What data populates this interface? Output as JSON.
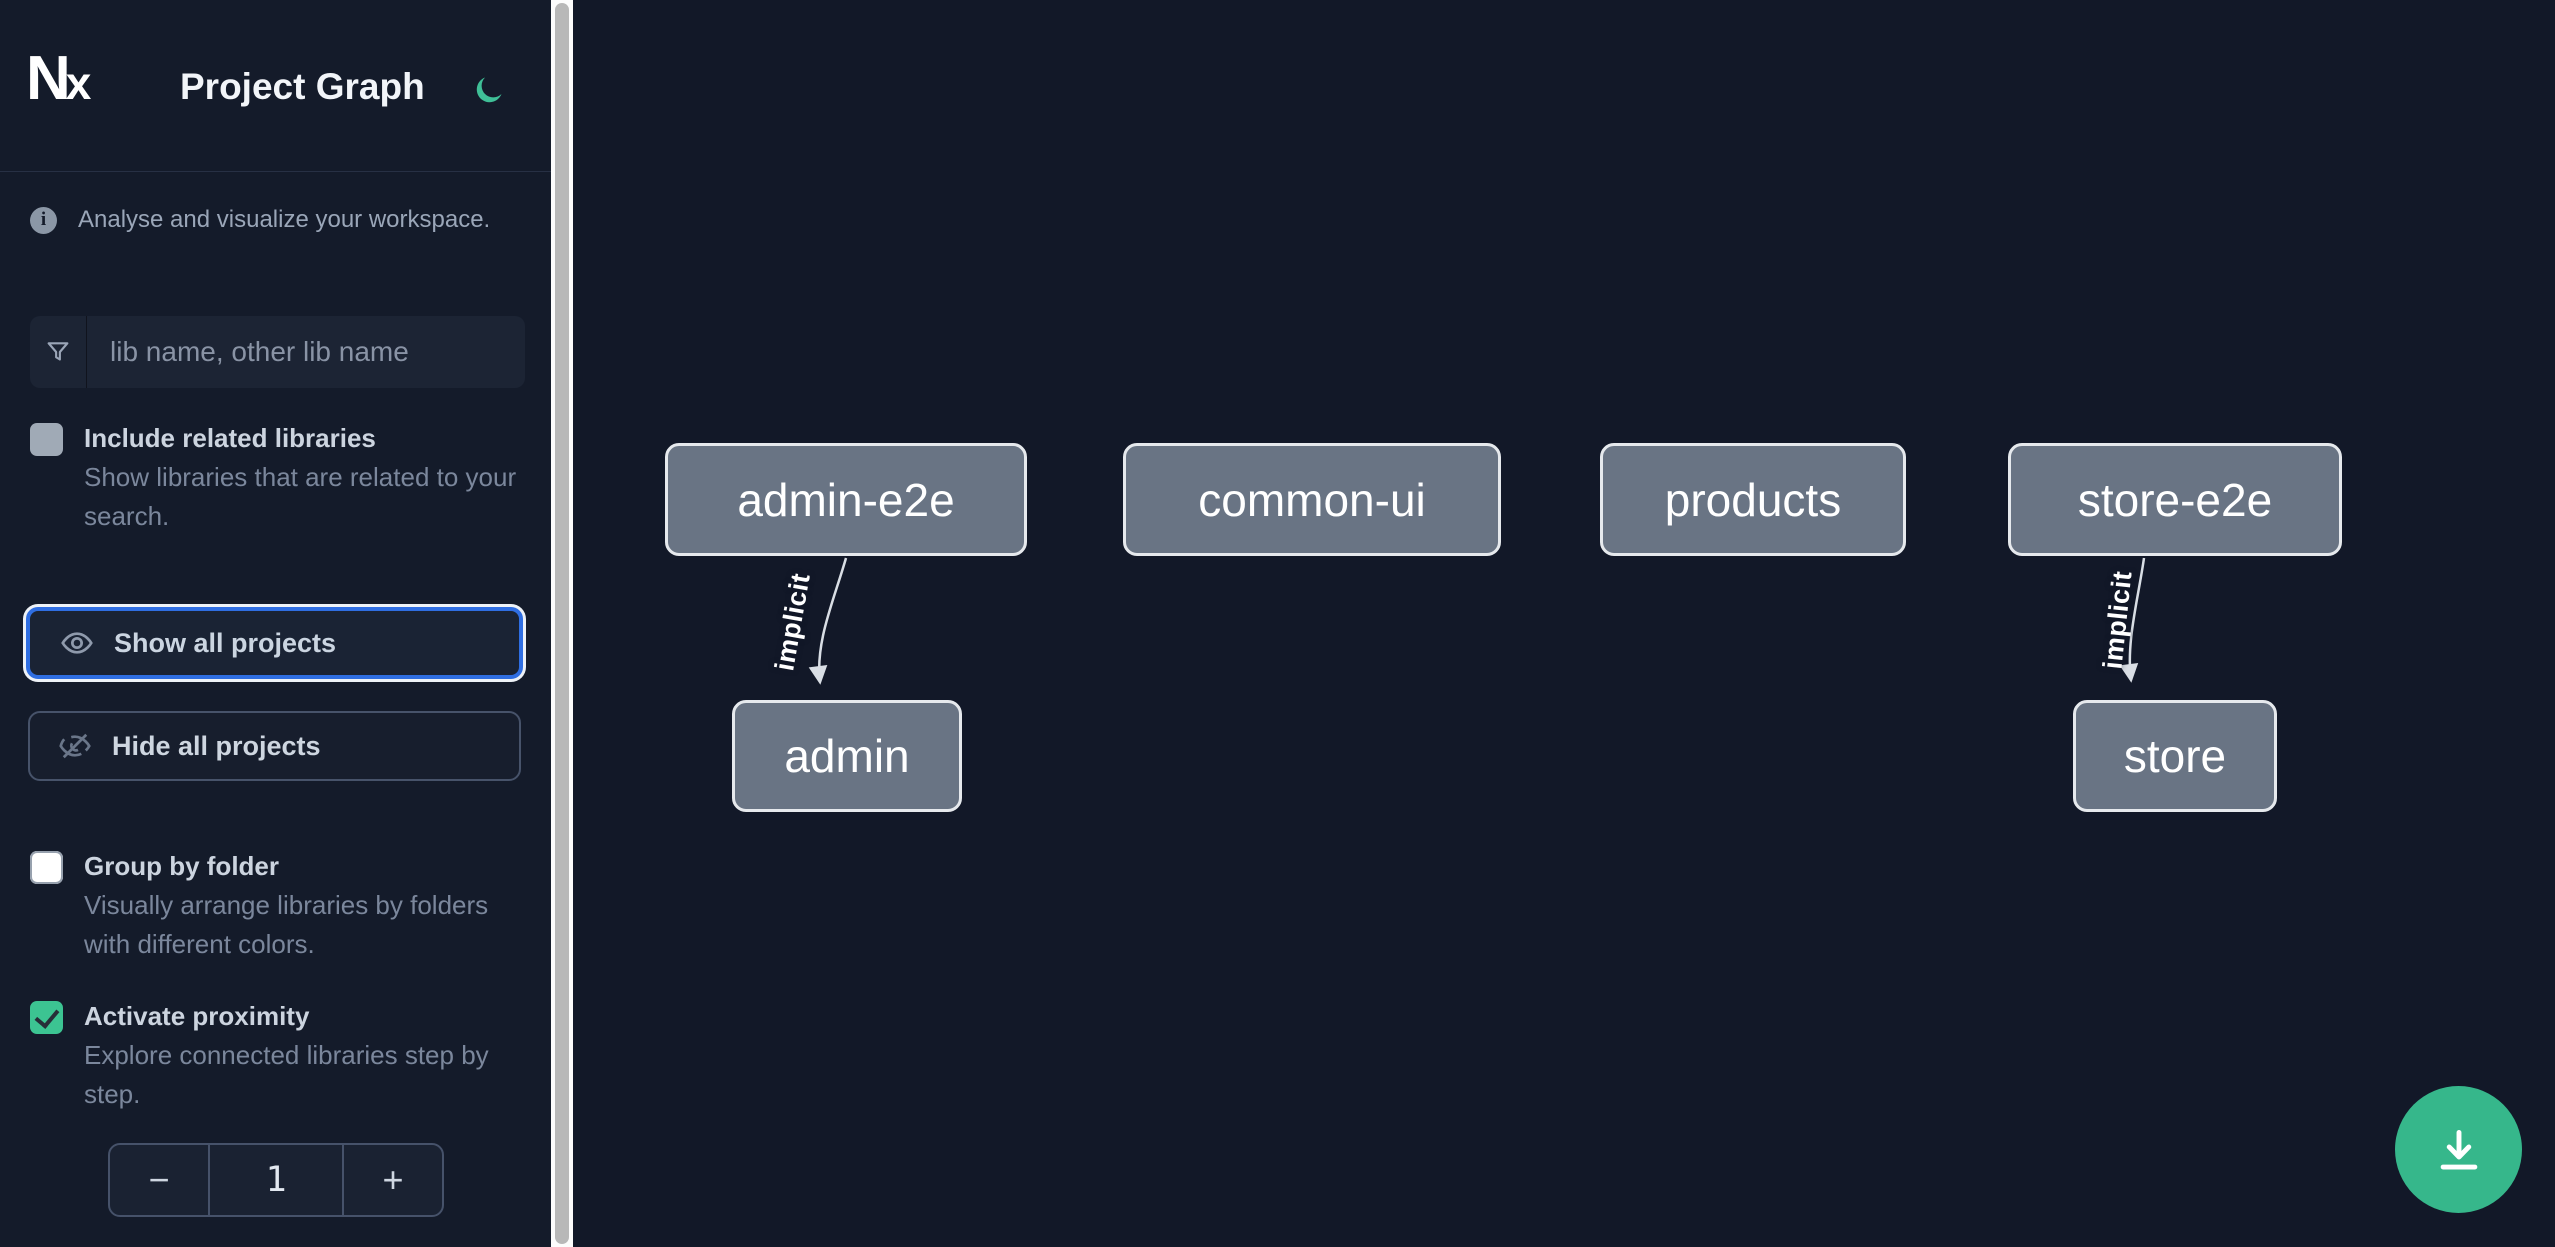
{
  "header": {
    "title": "Project Graph",
    "logo_text": "Nx",
    "theme_icon": "moon-icon",
    "accent_green": "#3fbf97"
  },
  "sidebar": {
    "info_text": "Analyse and visualize your workspace.",
    "info_icon": "info-icon",
    "search": {
      "icon": "filter-funnel-icon",
      "placeholder": "lib name, other lib name",
      "value": ""
    },
    "include_related": {
      "label": "Include related libraries",
      "description": "Show libraries that are related to your search.",
      "checked": false
    },
    "show_all_label": "Show all projects",
    "show_all_icon": "eye-icon",
    "hide_all_label": "Hide all projects",
    "hide_all_icon": "eye-off-icon",
    "group_by_folder": {
      "label": "Group by folder",
      "description": "Visually arrange libraries by folders with different colors.",
      "checked": false
    },
    "activate_proximity": {
      "label": "Activate proximity",
      "description": "Explore connected libraries step by step.",
      "checked": true
    },
    "stepper": {
      "decrement": "−",
      "value": "1",
      "increment": "+"
    }
  },
  "graph": {
    "nodes": [
      {
        "id": "admin-e2e",
        "label": "admin-e2e"
      },
      {
        "id": "common-ui",
        "label": "common-ui"
      },
      {
        "id": "products",
        "label": "products"
      },
      {
        "id": "store-e2e",
        "label": "store-e2e"
      },
      {
        "id": "admin",
        "label": "admin"
      },
      {
        "id": "store",
        "label": "store"
      }
    ],
    "edges": [
      {
        "source": "admin-e2e",
        "target": "admin",
        "label": "implicit"
      },
      {
        "source": "store-e2e",
        "target": "store",
        "label": "implicit"
      }
    ],
    "node_fill": "#697484",
    "node_border": "#e6e9ed",
    "edge_color": "#d9dee5"
  },
  "fab": {
    "icon": "download-icon",
    "color": "#36b78b"
  },
  "colors": {
    "background": "#121828",
    "sidebar_background": "#141b2a",
    "focus_ring_blue": "#2f6ee2",
    "checkbox_checked_green": "#3cc492"
  }
}
